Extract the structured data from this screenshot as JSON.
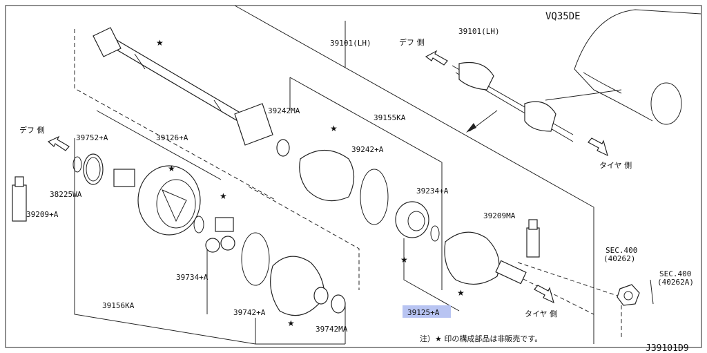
{
  "engine": "VQ35DE",
  "diagram_code": "J39101D9",
  "note": "注）★ 印の構成部品は非販売です。",
  "star": "★",
  "directions": {
    "diff_left": "デフ 側",
    "diff_top": "デフ 側",
    "tire_top": "タイヤ 側",
    "tire_bottom": "タイヤ 側"
  },
  "parts": {
    "p39101_main": "39101(LH)",
    "p39101_inset": "39101(LH)",
    "p39242MA": "39242MA",
    "p39155KA": "39155KA",
    "p39242A": "39242+A",
    "p39234A": "39234+A",
    "p39209MA": "39209MA",
    "p39752A": "39752+A",
    "p39126A": "39126+A",
    "p38225WA": "38225WA",
    "p39209A": "39209+A",
    "p39734A": "39734+A",
    "p39156KA": "39156KA",
    "p39742A": "39742+A",
    "p39742MA": "39742MA",
    "p39125A": "39125+A"
  },
  "sec_refs": {
    "sec1_line1": "SEC.400",
    "sec1_line2": "(40262)",
    "sec2_line1": "SEC.400",
    "sec2_line2": "(40262A)"
  },
  "colors": {
    "highlight": "#b8c4f2",
    "ink": "#222222"
  }
}
